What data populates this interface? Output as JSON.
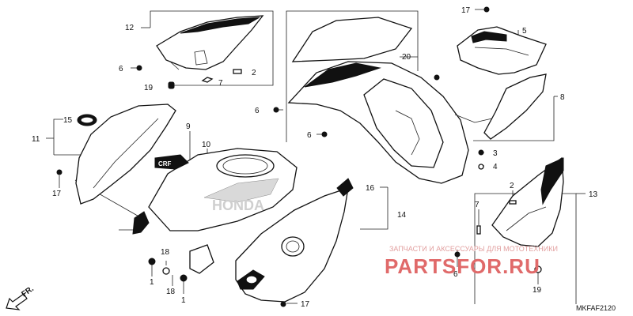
{
  "callouts": [
    {
      "id": "c12",
      "text": "12"
    },
    {
      "id": "c6a",
      "text": "6"
    },
    {
      "id": "c19a",
      "text": "19"
    },
    {
      "id": "c7a",
      "text": "7"
    },
    {
      "id": "c2a",
      "text": "2"
    },
    {
      "id": "c17a",
      "text": "17"
    },
    {
      "id": "c5",
      "text": "5"
    },
    {
      "id": "c20",
      "text": "20"
    },
    {
      "id": "c8",
      "text": "8"
    },
    {
      "id": "c6b",
      "text": "6"
    },
    {
      "id": "c6c",
      "text": "6"
    },
    {
      "id": "c3",
      "text": "3"
    },
    {
      "id": "c4",
      "text": "4"
    },
    {
      "id": "c15",
      "text": "15"
    },
    {
      "id": "c11",
      "text": "11"
    },
    {
      "id": "c9",
      "text": "9"
    },
    {
      "id": "c10",
      "text": "10"
    },
    {
      "id": "c17b",
      "text": "17"
    },
    {
      "id": "c16",
      "text": "16"
    },
    {
      "id": "c14",
      "text": "14"
    },
    {
      "id": "c13",
      "text": "13"
    },
    {
      "id": "c2b",
      "text": "2"
    },
    {
      "id": "c7b",
      "text": "7"
    },
    {
      "id": "c6d",
      "text": "6"
    },
    {
      "id": "c19b",
      "text": "19"
    },
    {
      "id": "c18a",
      "text": "18"
    },
    {
      "id": "c1a",
      "text": "1"
    },
    {
      "id": "c18b",
      "text": "18"
    },
    {
      "id": "c1b",
      "text": "1"
    },
    {
      "id": "c17c",
      "text": "17"
    }
  ],
  "watermark": {
    "subtitle": "ЗАПЧАСТИ И АКСЕССУАРЫ ДЛЯ МОТОТЕХНИКИ",
    "brand": "PARTSFOR.RU"
  },
  "diagram_code": "MKFAF2120",
  "direction_label": "FR.",
  "emblem_text": "HONDA"
}
